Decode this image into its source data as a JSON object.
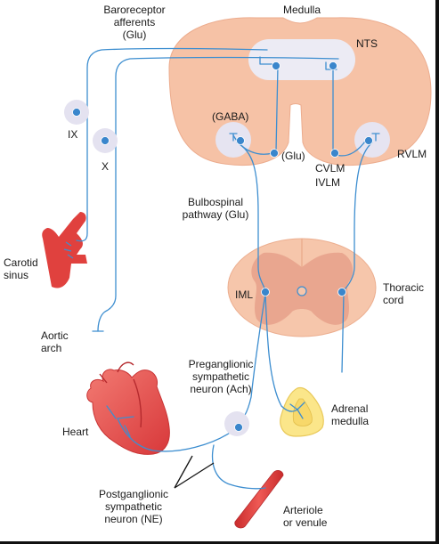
{
  "labels": {
    "baroreceptor_line1": "Baroreceptor",
    "baroreceptor_line2": "afferents",
    "baroreceptor_line3": "(Glu)",
    "medulla": "Medulla",
    "nts": "NTS",
    "gaba": "(GABA)",
    "glu": "(Glu)",
    "cvlm": "CVLM",
    "ivlm": "IVLM",
    "rvlm": "RVLM",
    "ix": "IX",
    "x": "X",
    "bulbospinal_line1": "Bulbospinal",
    "bulbospinal_line2": "pathway (Glu)",
    "carotid_line1": "Carotid",
    "carotid_line2": "sinus",
    "iml": "IML",
    "thoracic_line1": "Thoracic",
    "thoracic_line2": "cord",
    "aortic_line1": "Aortic",
    "aortic_line2": "arch",
    "pregang_line1": "Preganglionic",
    "pregang_line2": "sympathetic",
    "pregang_line3": "neuron (Ach)",
    "adrenal_line1": "Adrenal",
    "adrenal_line2": "medulla",
    "heart": "Heart",
    "postgang_line1": "Postganglionic",
    "postgang_line2": "sympathetic",
    "postgang_line3": "neuron (NE)",
    "arteriole_line1": "Arteriole",
    "arteriole_line2": "or venule"
  },
  "colors": {
    "medulla_fill": "#f6c2a6",
    "cord_fill": "#f6c6ab",
    "gray_matter": "#e6a08a",
    "nucleus_halo": "#e4e2f0",
    "nerve": "#3d8ed0",
    "neuron_dot": "#3a86cc",
    "vessel_red": "#e0413e",
    "heart_red": "#ea5552",
    "adrenal_yellow": "#fbe68a"
  }
}
